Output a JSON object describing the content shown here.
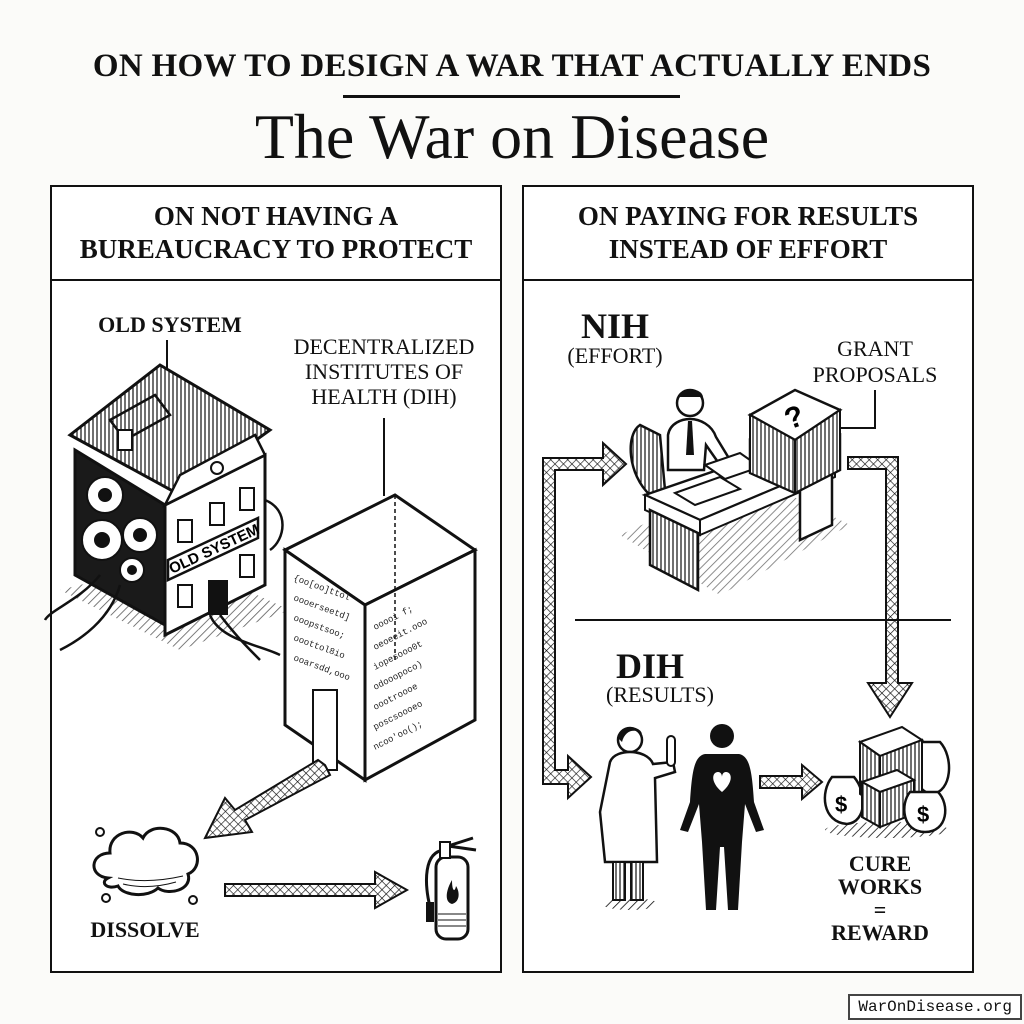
{
  "header": {
    "kicker": "ON HOW TO DESIGN A WAR THAT ACTUALLY ENDS",
    "title": "The War on Disease"
  },
  "left_panel": {
    "heading_line1": "ON NOT HAVING A",
    "heading_line2": "BUREAUCRACY TO PROTECT",
    "old_system_label": "OLD SYSTEM",
    "building_sign": "OLD SYSTEM",
    "dih_label_line1": "DECENTRALIZED",
    "dih_label_line2": "INSTITUTES OF",
    "dih_label_line3": "HEALTH (DIH)",
    "dissolve_label": "DISSOLVE",
    "icons": [
      "building-icon",
      "gears-icon",
      "code-box-icon",
      "cloud-icon",
      "fire-extinguisher-icon"
    ]
  },
  "right_panel": {
    "heading_line1": "ON PAYING FOR RESULTS",
    "heading_line2": "INSTEAD OF EFFORT",
    "nih_title": "NIH",
    "nih_sub": "(EFFORT)",
    "grant_line1": "GRANT",
    "grant_line2": "PROPOSALS",
    "paper_mark": "?",
    "dih_title": "DIH",
    "dih_sub": "(RESULTS)",
    "cure_line1": "CURE",
    "cure_line2": "WORKS",
    "cure_equals": "=",
    "cure_line3": "REWARD",
    "money_symbol": "$",
    "icons": [
      "bureaucrat-desk-icon",
      "paper-stack-icon",
      "scientist-icon",
      "human-silhouette-icon",
      "heart-icon",
      "money-bags-icon"
    ]
  },
  "footer": {
    "site": "WarOnDisease.org"
  },
  "colors": {
    "ink": "#111111",
    "paper": "#ffffff",
    "background": "#fbfbf9"
  }
}
